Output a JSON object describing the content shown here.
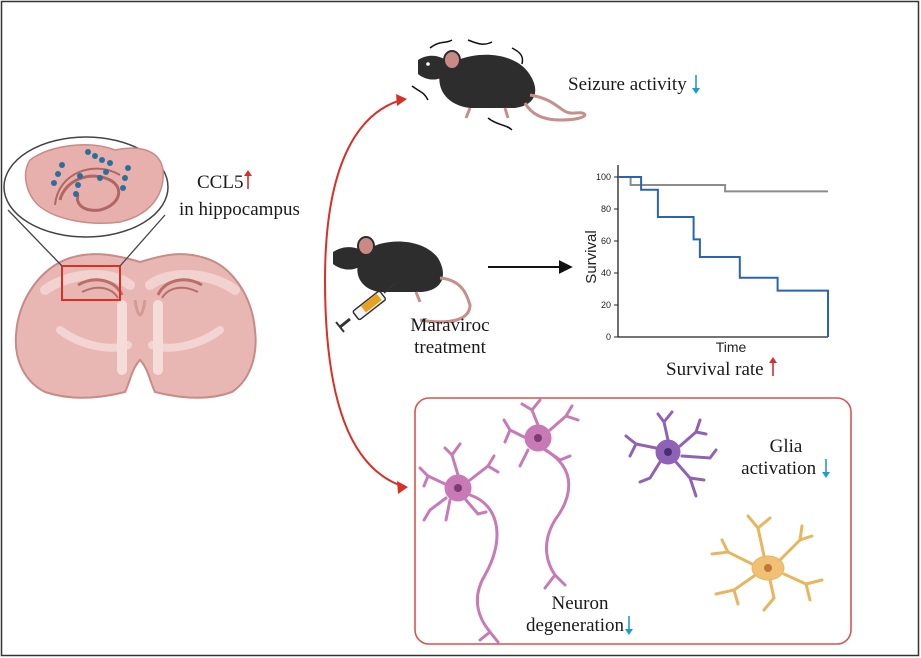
{
  "labels": {
    "ccl5": "CCL5",
    "ccl5_location": "in hippocampus",
    "seizure": "Seizure activity",
    "treatment_line1": "Maraviroc",
    "treatment_line2": "treatment",
    "survival_rate": "Survival rate",
    "glia_line1": "Glia",
    "glia_line2": "activation",
    "neuron_line1": "Neuron",
    "neuron_line2": "degeneration"
  },
  "indicators": {
    "up_color": "#d32f2f",
    "down_color": "#1e9ad6"
  },
  "colors": {
    "main_arrow": "#d93025",
    "box_border": "#d9534f",
    "brain_fill": "#e8b7b3",
    "neuron_pink": "#c77ab6",
    "neuron_purple": "#8e63b7",
    "astrocyte": "#e9b55e"
  },
  "chart_data": {
    "type": "line",
    "title": "",
    "xlabel": "Time",
    "ylabel": "Survival",
    "ylim": [
      0,
      100
    ],
    "yticks": [
      0,
      20,
      40,
      60,
      80,
      100
    ],
    "xlim": [
      0,
      10
    ],
    "series": [
      {
        "color": "#8c8c8c",
        "step": true,
        "x": [
          0,
          0.6,
          5.1,
          10
        ],
        "y": [
          100,
          95,
          91,
          91
        ]
      },
      {
        "color": "#2a62b8",
        "step": true,
        "x": [
          0,
          1.1,
          1.9,
          3.6,
          3.9,
          5.8,
          7.6,
          10,
          10
        ],
        "y": [
          100,
          92,
          75,
          61,
          50,
          37,
          29,
          29,
          0
        ]
      }
    ]
  }
}
